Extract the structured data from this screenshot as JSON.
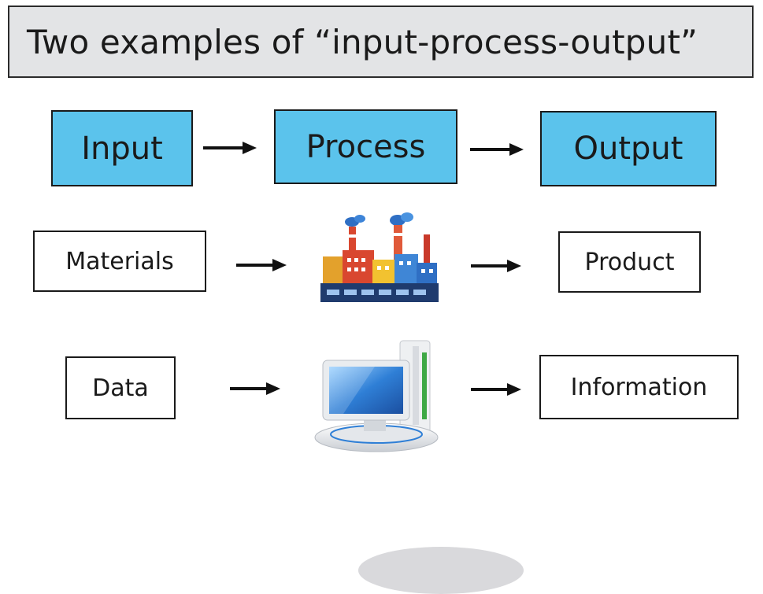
{
  "title": "Two examples of “input-process-output”",
  "header_row": {
    "input": "Input",
    "process": "Process",
    "output": "Output"
  },
  "example_materials": {
    "input": "Materials",
    "process_icon": "factory-icon",
    "output": "Product"
  },
  "example_data": {
    "input": "Data",
    "process_icon": "computer-icon",
    "output": "Information"
  },
  "colors": {
    "header_fill": "#5bc3ec",
    "title_fill": "#e3e4e6",
    "border": "#1a1a1a"
  }
}
